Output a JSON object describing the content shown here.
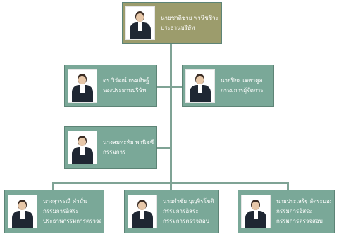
{
  "org_chart": {
    "top": {
      "name": "นายชาติชาย พานิชชีวะ",
      "title": "ประธานบริษัท"
    },
    "vice": {
      "name": "ดร.วิวัฒน์ กรมดิษฐ์",
      "title": "รองประธานบริษัท"
    },
    "manager": {
      "name": "นายปิยะ เตชาคูล",
      "title": "กรรมการผู้จัดการ"
    },
    "director": {
      "name": "นางสมทะทัย พานิชชีวะ",
      "title": "กรรมการ"
    },
    "bottom": [
      {
        "name": "นางสุวรรณี คำมั่น",
        "title": "กรรมการอิสระ",
        "title2": "ประธานกรรมการตรวจสอบ"
      },
      {
        "name": "นายกำชัย บุญจิรโชติ",
        "title": "กรรมการอิสระ",
        "title2": "กรรมการตรวจสอบ"
      },
      {
        "name": "นายประเสริฐ ลัดระบอมพงศ์",
        "title": "กรรมการอิสระ",
        "title2": "กรรมการตรวจสอบ"
      }
    ]
  },
  "colors": {
    "box": "#7aa898",
    "top_box": "#9c9c6c",
    "connector": "#7fa395",
    "text": "#ffffff"
  }
}
